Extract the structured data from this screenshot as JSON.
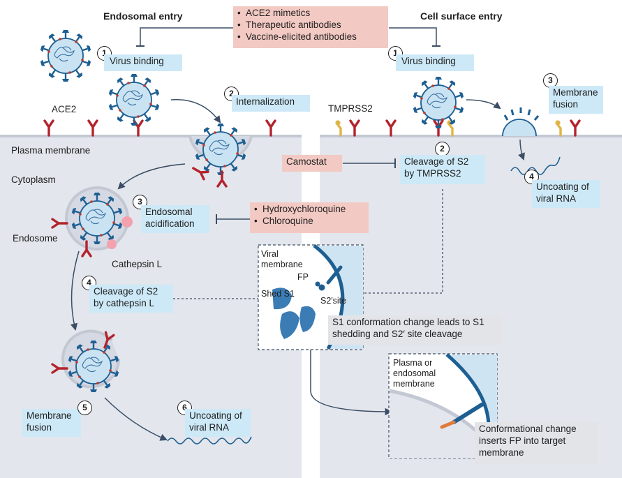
{
  "headers": {
    "endosomal": "Endosomal entry",
    "surface": "Cell surface entry"
  },
  "inhibitors": {
    "antibodies": [
      "ACE2 mimetics",
      "Therapeutic antibodies",
      "Vaccine-elicited antibodies"
    ],
    "camostat": "Camostat",
    "antimalarials": [
      "Hydroxychloroquine",
      "Chloroquine"
    ]
  },
  "labels": {
    "ace2": "ACE2",
    "tmprss2": "TMPRSS2",
    "plasma_membrane": "Plasma membrane",
    "cytoplasm": "Cytoplasm",
    "endosome": "Endosome",
    "cathepsin": "Cathepsin L",
    "viral_membrane": "Viral membrane",
    "fp": "FP",
    "s2_site": "S2′site",
    "shed_s1": "Shed S1",
    "target_membrane": "Plasma or endosomal membrane"
  },
  "steps": {
    "endo_1": {
      "num": "1",
      "text": "Virus binding"
    },
    "endo_2": {
      "num": "2",
      "text": "Internalization"
    },
    "endo_3": {
      "num": "3",
      "text": "Endosomal acidification"
    },
    "endo_4": {
      "num": "4",
      "text": "Cleavage of S2 by cathepsin L"
    },
    "endo_5": {
      "num": "5",
      "text": "Membrane fusion"
    },
    "endo_6": {
      "num": "6",
      "text": "Uncoating of viral RNA"
    },
    "surf_1": {
      "num": "1",
      "text": "Virus binding"
    },
    "surf_2": {
      "num": "2",
      "text": "Cleavage of S2 by TMPRSS2"
    },
    "surf_3": {
      "num": "3",
      "text": "Membrane fusion"
    },
    "surf_4": {
      "num": "4",
      "text": "Uncoating of viral RNA"
    }
  },
  "notes": {
    "s1_change": "S1 conformation change leads to S1 shedding and S2′ site cleavage",
    "fp_insert": "Conformational change inserts FP into target membrane"
  },
  "colors": {
    "virus_fill": "#c9e3f3",
    "spike": "#1e5f92",
    "receptor": "#b3232d",
    "tmprss2": "#e0b544",
    "cytoplasm": "#e3e6ec",
    "membrane": "#c3c8d3",
    "info_box": "#cde9f7",
    "inhibitor_box": "#f3c9c3",
    "note_box": "#e3e4e8"
  }
}
